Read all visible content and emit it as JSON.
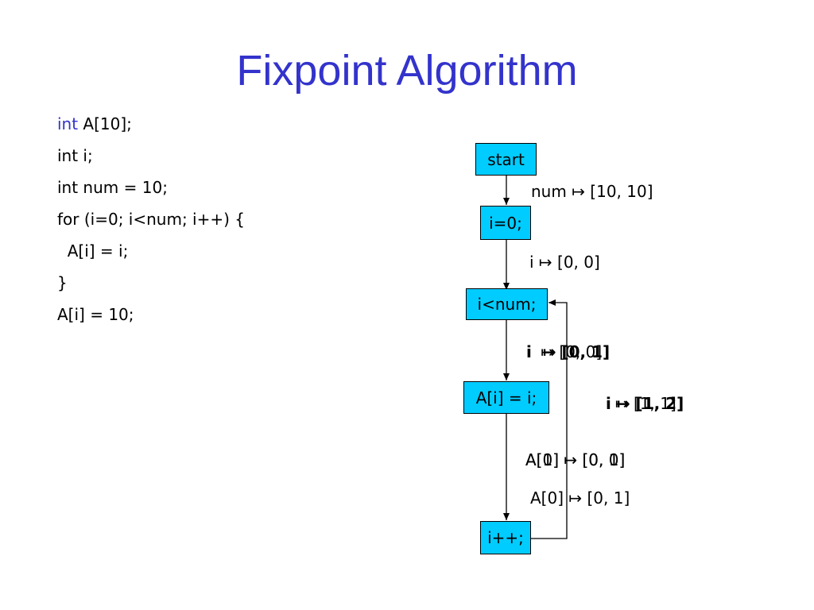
{
  "title": "Fixpoint Algorithm",
  "code": {
    "line1_kw": "int",
    "line1_rest": " A[10];",
    "line2": "int i;",
    "line3": "int num = 10;",
    "line4": "for (i=0; i<num; i++) {",
    "line5": "  A[i] = i;",
    "line6": "}",
    "line7": "A[i] = 10;"
  },
  "nodes": {
    "start": "start",
    "init": "i=0;",
    "cond": "i<num;",
    "assign": "A[i] = i;",
    "incr": "i++;"
  },
  "annotations": {
    "num_range": "num ↦ [10, 10]",
    "i_after_init": "i ↦ [0, 0]",
    "i_after_cond_a": "i  ↦ [0, 0]",
    "i_after_cond_b": "i  ↦ [0, 1]",
    "i_backedge_a": "i ↦ [1, 1]",
    "i_backedge_b": "i ↦ [1, 2]",
    "a_after_assign_a": "A[0] ↦ [0, 0]",
    "a_after_assign_b": "A[1] ↦ [0, 1]",
    "a_after_assign_c": "A[0] ↦ [0, 1]"
  }
}
